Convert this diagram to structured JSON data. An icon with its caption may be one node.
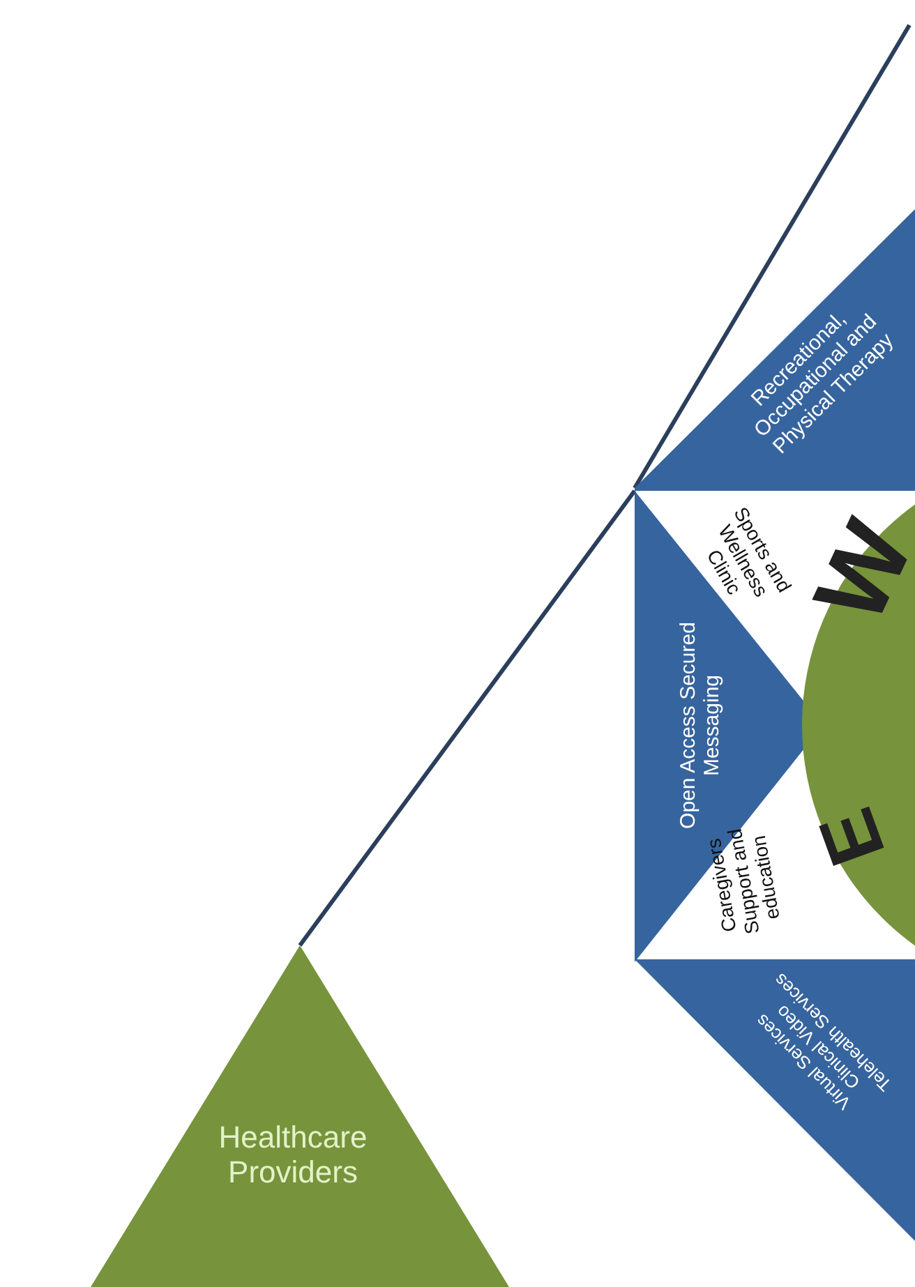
{
  "diagram": {
    "nodes": [
      {
        "text": [
          "Recreational, Occupational and Physical Therapy"
        ]
      },
      {
        "text": [
          "Sports and Wellness Clinic"
        ]
      },
      {
        "text": [
          "Open Access Secured Messaging"
        ]
      },
      {
        "text": [
          "W",
          "E"
        ]
      },
      {
        "text": [
          "Caregivers Support and education"
        ]
      },
      {
        "text": [
          "Virtual Services Clinical Video Telehealth Services"
        ]
      },
      {
        "text": [
          "Healthcare Providers"
        ]
      }
    ],
    "edges": [
      {
        "from": 6,
        "to": 2,
        "arrow": "none"
      },
      {
        "from": 0,
        "to": null,
        "arrow": "none"
      }
    ]
  }
}
